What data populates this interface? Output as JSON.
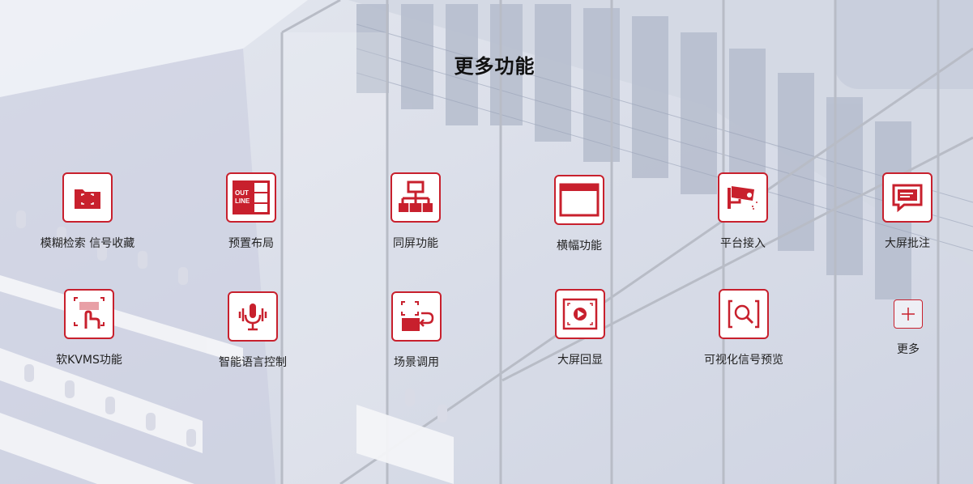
{
  "page": {
    "title": "更多功能",
    "accent_color": "#c8202d"
  },
  "row1": [
    {
      "label": "模糊检索 信号收藏",
      "icon": "folder-search-icon"
    },
    {
      "label": "预置布局",
      "icon": "outline-layout-icon"
    },
    {
      "label": "同屏功能",
      "icon": "network-topology-icon"
    },
    {
      "label": "横幅功能",
      "icon": "banner-window-icon"
    },
    {
      "label": "平台接入",
      "icon": "cctv-camera-icon"
    },
    {
      "label": "大屏批注",
      "icon": "annotation-chat-icon"
    }
  ],
  "row2": [
    {
      "label": "软KVMS功能",
      "icon": "touch-control-icon"
    },
    {
      "label": "智能语言控制",
      "icon": "microphone-voice-icon"
    },
    {
      "label": "场景调用",
      "icon": "scene-switch-icon"
    },
    {
      "label": "大屏回显",
      "icon": "video-play-icon"
    },
    {
      "label": "可视化信号预览",
      "icon": "magnifier-preview-icon"
    },
    {
      "label": "更多",
      "icon": "plus-icon"
    }
  ]
}
